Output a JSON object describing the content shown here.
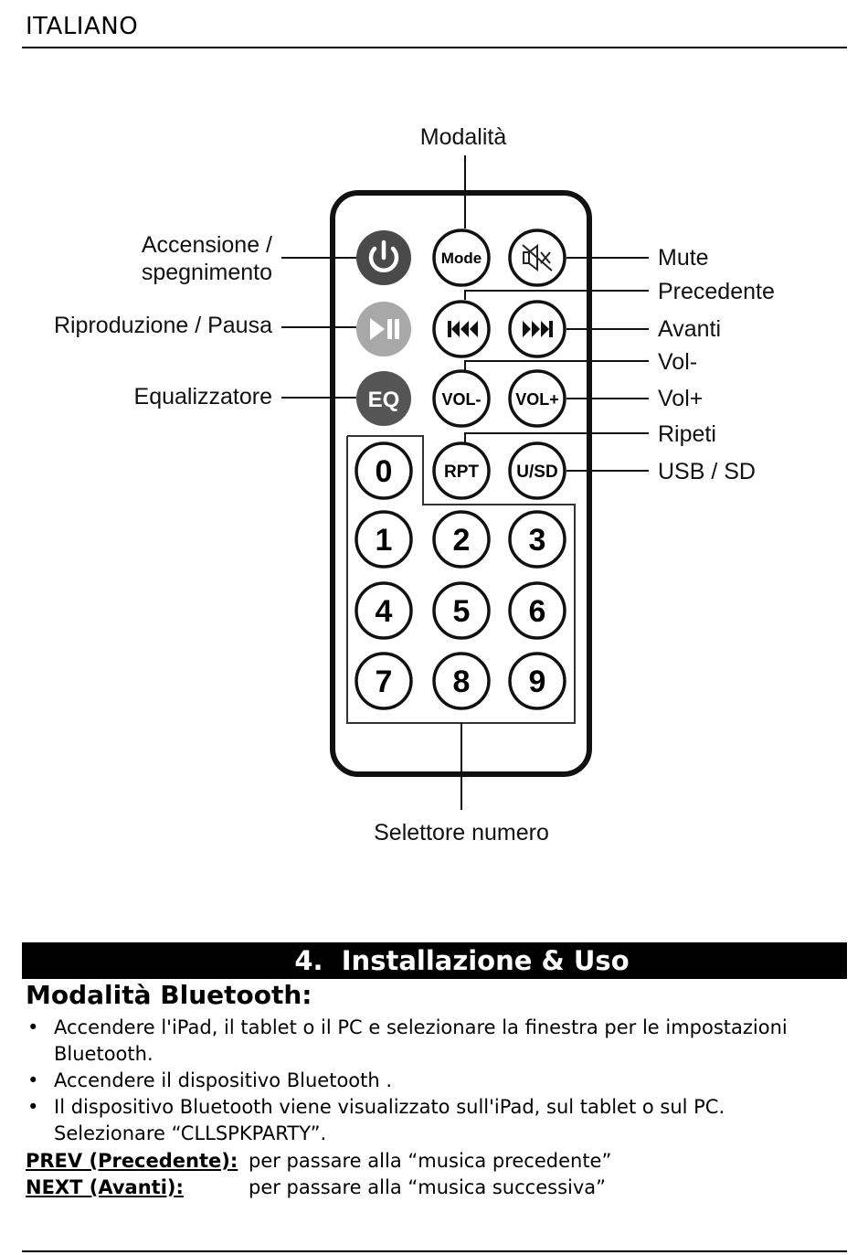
{
  "header": {
    "language": "ITALIANO"
  },
  "diagram": {
    "labels": {
      "mode_top": "Modalità",
      "power_line1": "Accensione /",
      "power_line2": "spegnimento",
      "play_pause": "Riproduzione / Pausa",
      "equalizer": "Equalizzatore",
      "mute": "Mute",
      "previous": "Precedente",
      "next": "Avanti",
      "vol_down": "Vol-",
      "vol_up": "Vol+",
      "repeat": "Ripeti",
      "usb_sd": "USB / SD",
      "number_selector": "Selettore numero"
    },
    "buttons": {
      "mode": "Mode",
      "eq": "EQ",
      "vol_down": "VOL-",
      "vol_up": "VOL+",
      "rpt": "RPT",
      "usb_sd": "U/SD",
      "numbers": [
        "0",
        "1",
        "2",
        "3",
        "4",
        "5",
        "6",
        "7",
        "8",
        "9"
      ]
    },
    "icons": [
      "power-icon",
      "play-pause-icon",
      "mute-icon",
      "previous-icon",
      "next-icon"
    ]
  },
  "section": {
    "title": "4.  Installazione & Uso",
    "subheading": "Modalità Bluetooth:",
    "bullets": [
      "Accendere l'iPad, il tablet o il PC e selezionare la finestra per le impostazioni Bluetooth.",
      "Accendere il dispositivo Bluetooth .",
      "Il dispositivo Bluetooth viene visualizzato sull'iPad, sul tablet o sul PC. Selezionare “CLLSPKPARTY”."
    ],
    "definitions": [
      {
        "term": "PREV (Precedente):",
        "desc": "per passare alla “musica precedente”"
      },
      {
        "term": "NEXT (Avanti):",
        "desc": "per passare alla “musica successiva”"
      }
    ]
  }
}
